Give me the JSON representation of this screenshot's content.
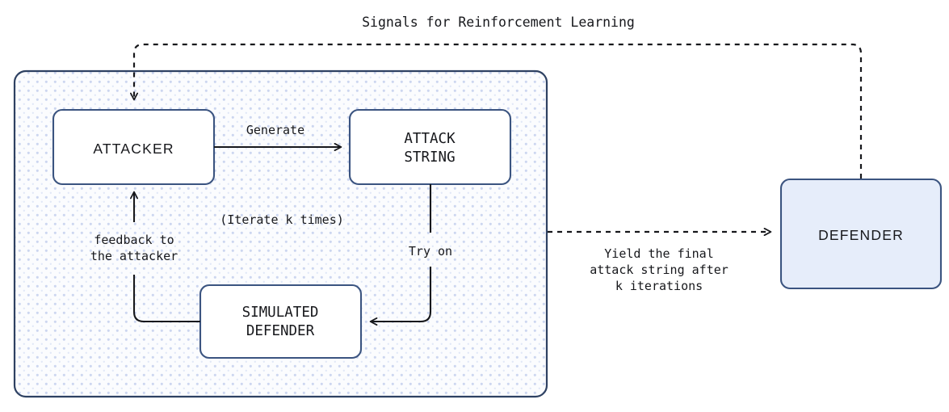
{
  "diagram": {
    "title": "Signals for Reinforcement Learning",
    "nodes": {
      "attacker": {
        "label": "ATTACKER"
      },
      "attack_string": {
        "line1": "ATTACK",
        "line2": "STRING"
      },
      "simulated_defender": {
        "line1": "SIMULATED",
        "line2": "DEFENDER"
      },
      "defender": {
        "label": "DEFENDER"
      }
    },
    "edge_labels": {
      "generate": "Generate",
      "try_on": "Try on",
      "feedback_line1": "feedback to",
      "feedback_line2": "the attacker",
      "iterate": "(Iterate k times)",
      "yield_line1": "Yield the final",
      "yield_line2": "attack string after",
      "yield_line3": "k iterations"
    },
    "colors": {
      "node_border": "#3b5480",
      "group_border": "#2e4162",
      "defender_fill": "#e6edfa",
      "node_fill": "#ffffff",
      "edge_stroke": "#17181c",
      "dot_pattern": "#c9d4ee",
      "canvas": "#ffffff"
    }
  }
}
